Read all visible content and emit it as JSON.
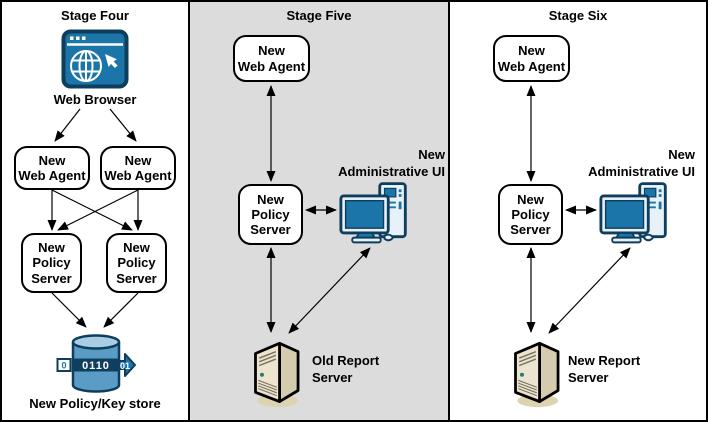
{
  "colors": {
    "stage5_panel_bg": "#dcdcdc",
    "diagram_blue": "#1b75a8",
    "outline_navy": "#0e3e5d",
    "server_beige": "#ece4cf",
    "server_beige_dark": "#d5cbae",
    "arrow_black": "#000000"
  },
  "stage4": {
    "title": "Stage Four",
    "web_browser_label": "Web Browser",
    "web_agent_left": "New\nWeb Agent",
    "web_agent_right": "New\nWeb Agent",
    "policy_server_left": "New\nPolicy\nServer",
    "policy_server_right": "New\nPolicy\nServer",
    "keystore_label": "New Policy/Key store",
    "keystore_digits": {
      "tail": "0",
      "band": "0110",
      "head": "01"
    }
  },
  "stage5": {
    "title": "Stage Five",
    "web_agent": "New\nWeb Agent",
    "policy_server": "New\nPolicy\nServer",
    "admin_ui_label": "New\nAdministrative UI",
    "report_server_label": "Old Report\nServer"
  },
  "stage6": {
    "title": "Stage Six",
    "web_agent": "New\nWeb Agent",
    "policy_server": "New\nPolicy\nServer",
    "admin_ui_label": "New\nAdministrative UI",
    "report_server_label": "New Report\nServer"
  }
}
